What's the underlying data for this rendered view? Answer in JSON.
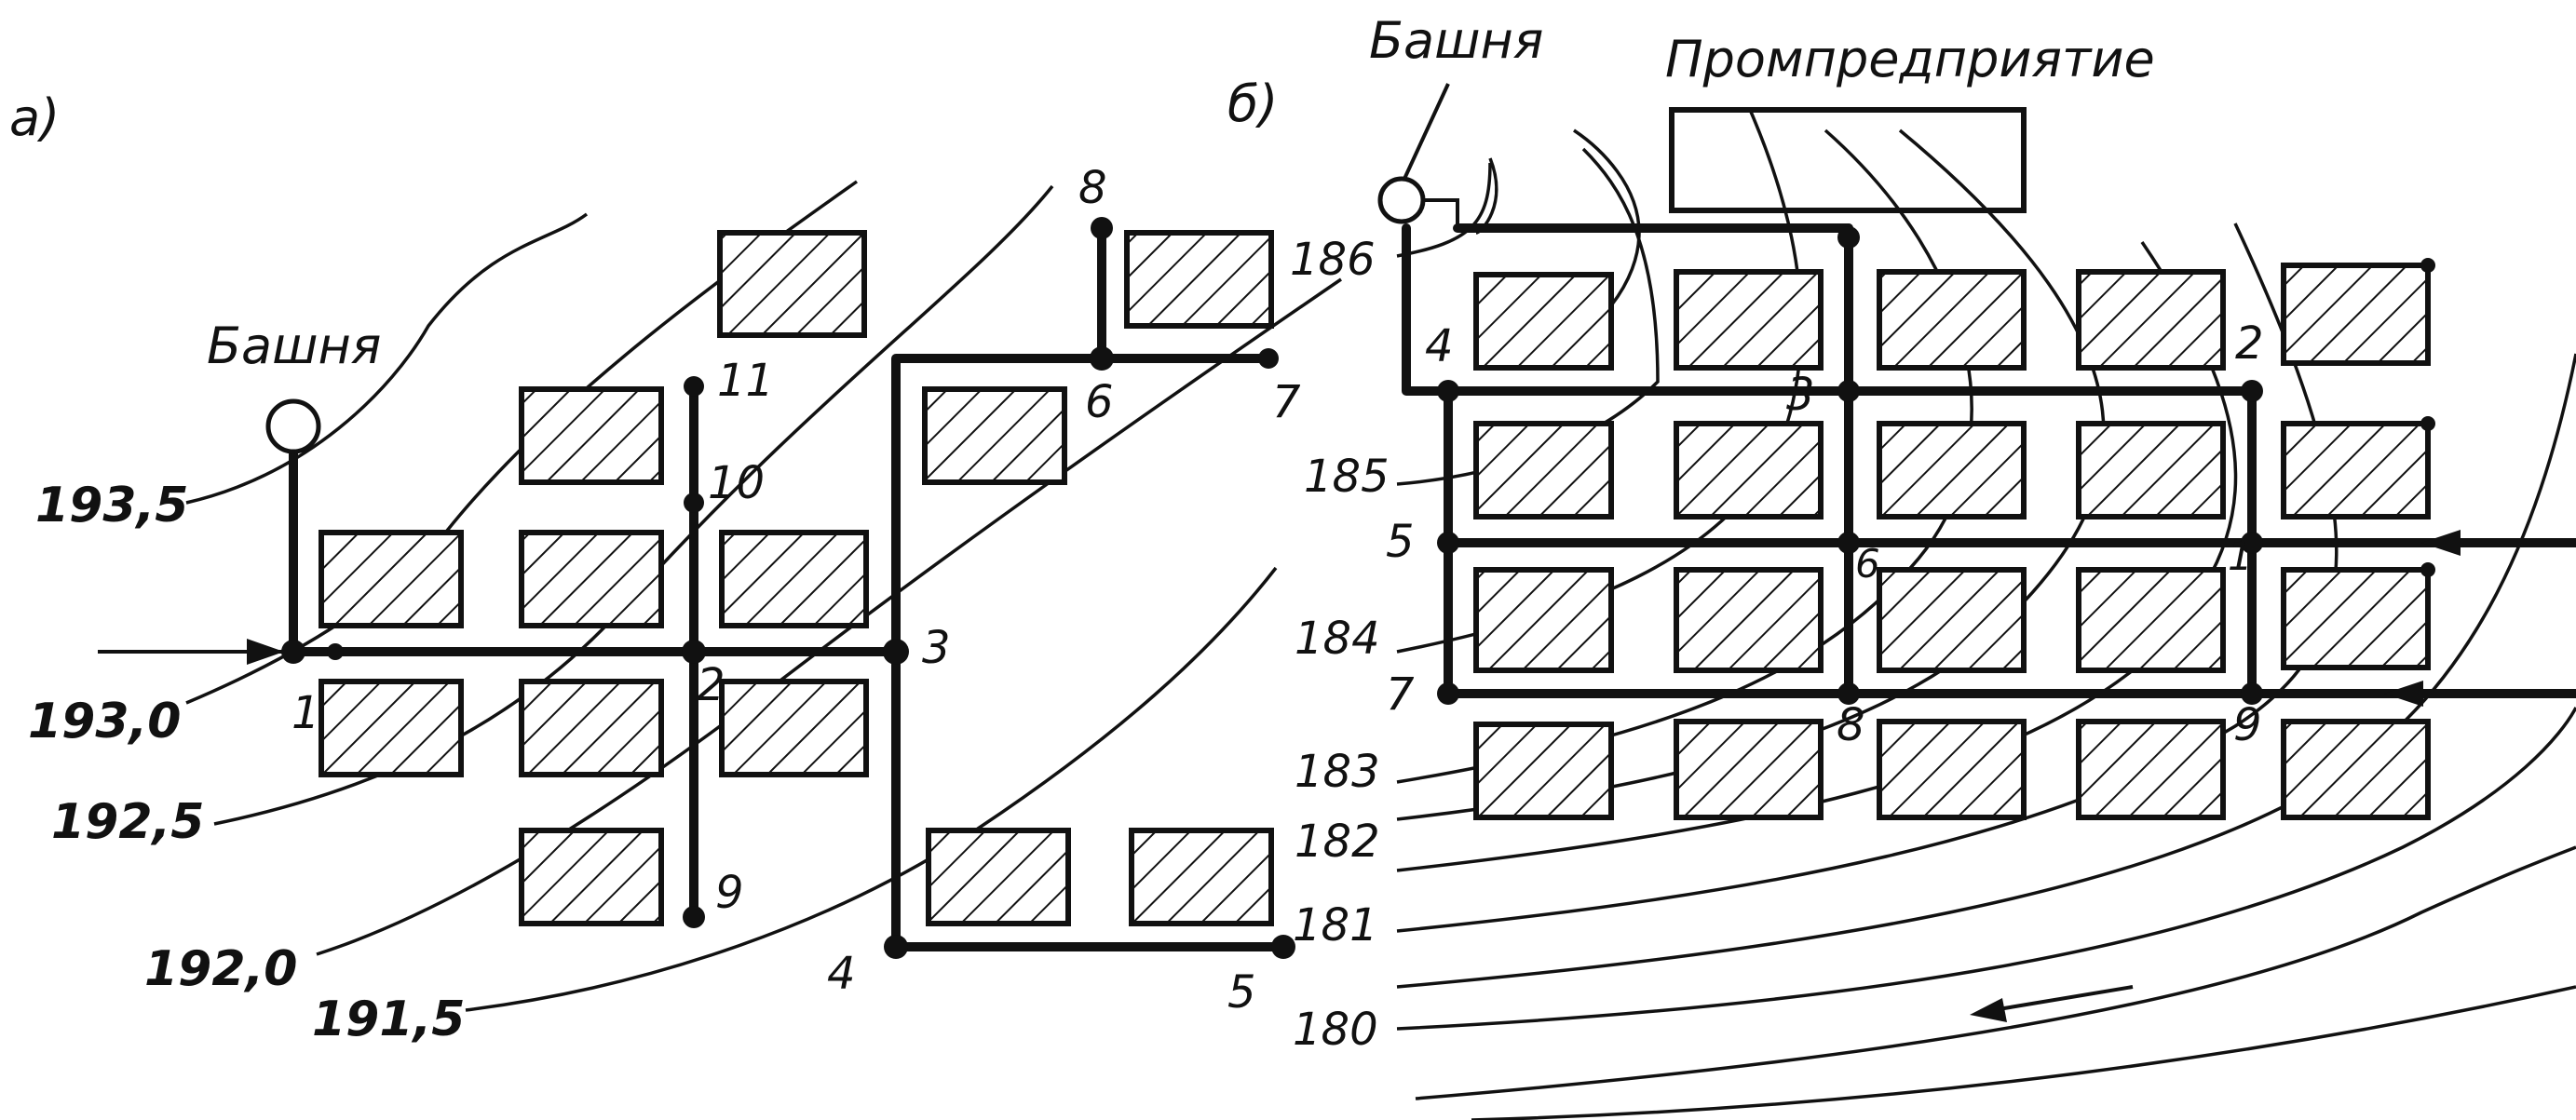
{
  "panel_a": {
    "label": "а)",
    "tower_label": "Башня",
    "contour_labels": [
      "193,5",
      "193,0",
      "192,5",
      "192,0",
      "191,5"
    ],
    "node_labels": [
      "1",
      "2",
      "3",
      "4",
      "5",
      "6",
      "7",
      "8",
      "9",
      "10",
      "11"
    ]
  },
  "panel_b": {
    "label": "б)",
    "tower_label": "Башня",
    "enterprise_label": "Промпредприятие",
    "contour_labels": [
      "186",
      "185",
      "184",
      "183",
      "182",
      "181",
      "180"
    ],
    "node_labels": [
      "1",
      "2",
      "3",
      "4",
      "5",
      "6",
      "7",
      "8",
      "9"
    ]
  }
}
